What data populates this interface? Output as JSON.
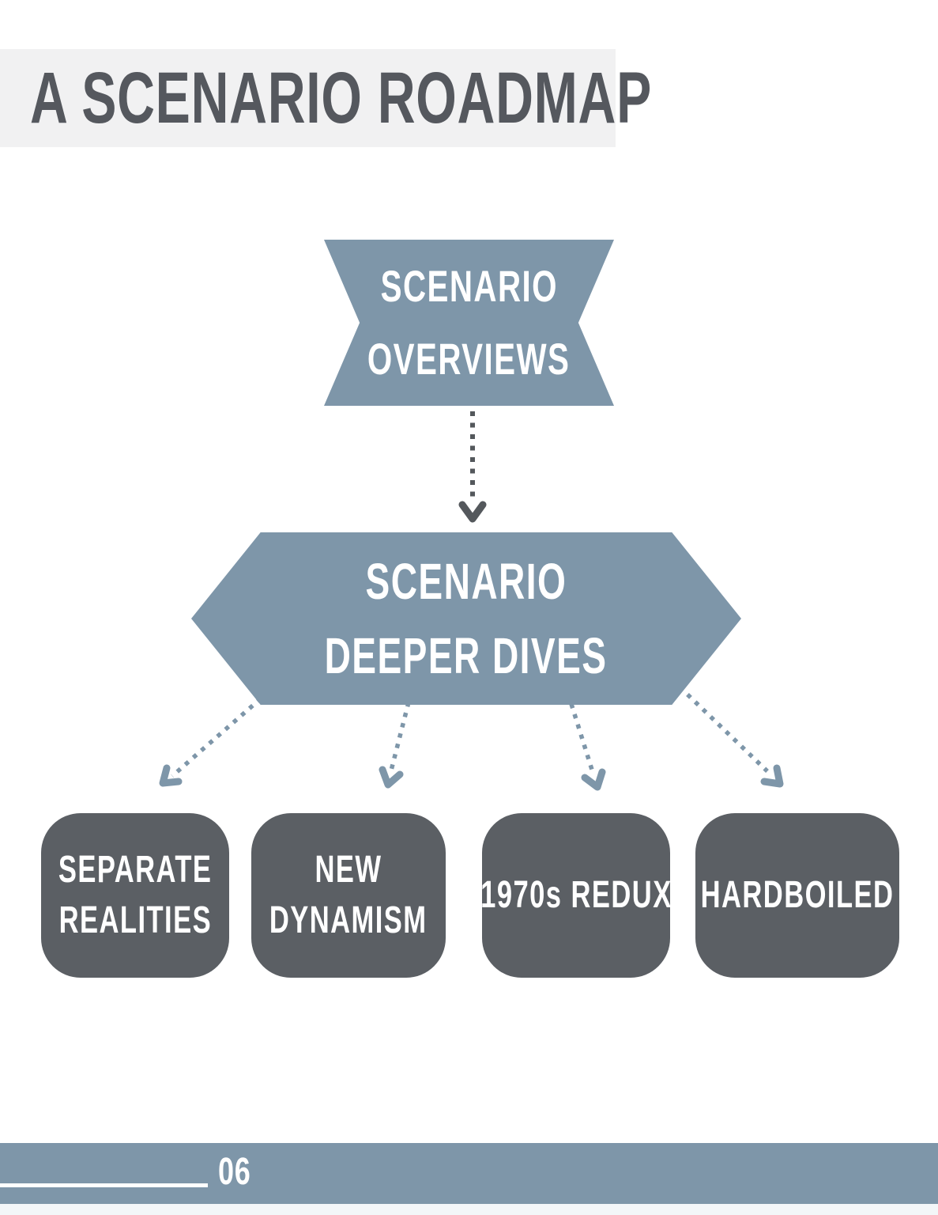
{
  "page": {
    "title": "A SCENARIO ROADMAP",
    "number": "06"
  },
  "colors": {
    "accent_blue_gray": "#7e96a9",
    "box_dark_gray": "#5b5f64",
    "title_text_gray": "#55585e",
    "title_bar_bg": "#f1f1f2",
    "dark_arrow": "#54585c",
    "text_on_shapes": "#ffffff"
  },
  "diagram": {
    "type": "flowchart",
    "root": {
      "label": "SCENARIO OVERVIEWS",
      "lines": [
        "SCENARIO",
        "OVERVIEWS"
      ]
    },
    "hub": {
      "label": "SCENARIO DEEPER DIVES",
      "lines": [
        "SCENARIO",
        "DEEPER DIVES"
      ]
    },
    "scenarios": [
      {
        "label": "SEPARATE REALITIES",
        "lines": [
          "SEPARATE",
          "REALITIES"
        ]
      },
      {
        "label": "NEW DYNAMISM",
        "lines": [
          "NEW",
          "DYNAMISM"
        ]
      },
      {
        "label": "1970s REDUX",
        "lines": [
          "1970s REDUX"
        ]
      },
      {
        "label": "HARDBOILED",
        "lines": [
          "HARDBOILED"
        ]
      }
    ],
    "edges": [
      {
        "from": "SCENARIO OVERVIEWS",
        "to": "SCENARIO DEEPER DIVES",
        "style": "dotted-arrow"
      },
      {
        "from": "SCENARIO DEEPER DIVES",
        "to": "SEPARATE REALITIES",
        "style": "dotted-arrow"
      },
      {
        "from": "SCENARIO DEEPER DIVES",
        "to": "NEW DYNAMISM",
        "style": "dotted-arrow"
      },
      {
        "from": "SCENARIO DEEPER DIVES",
        "to": "1970s REDUX",
        "style": "dotted-arrow"
      },
      {
        "from": "SCENARIO DEEPER DIVES",
        "to": "HARDBOILED",
        "style": "dotted-arrow"
      }
    ]
  }
}
